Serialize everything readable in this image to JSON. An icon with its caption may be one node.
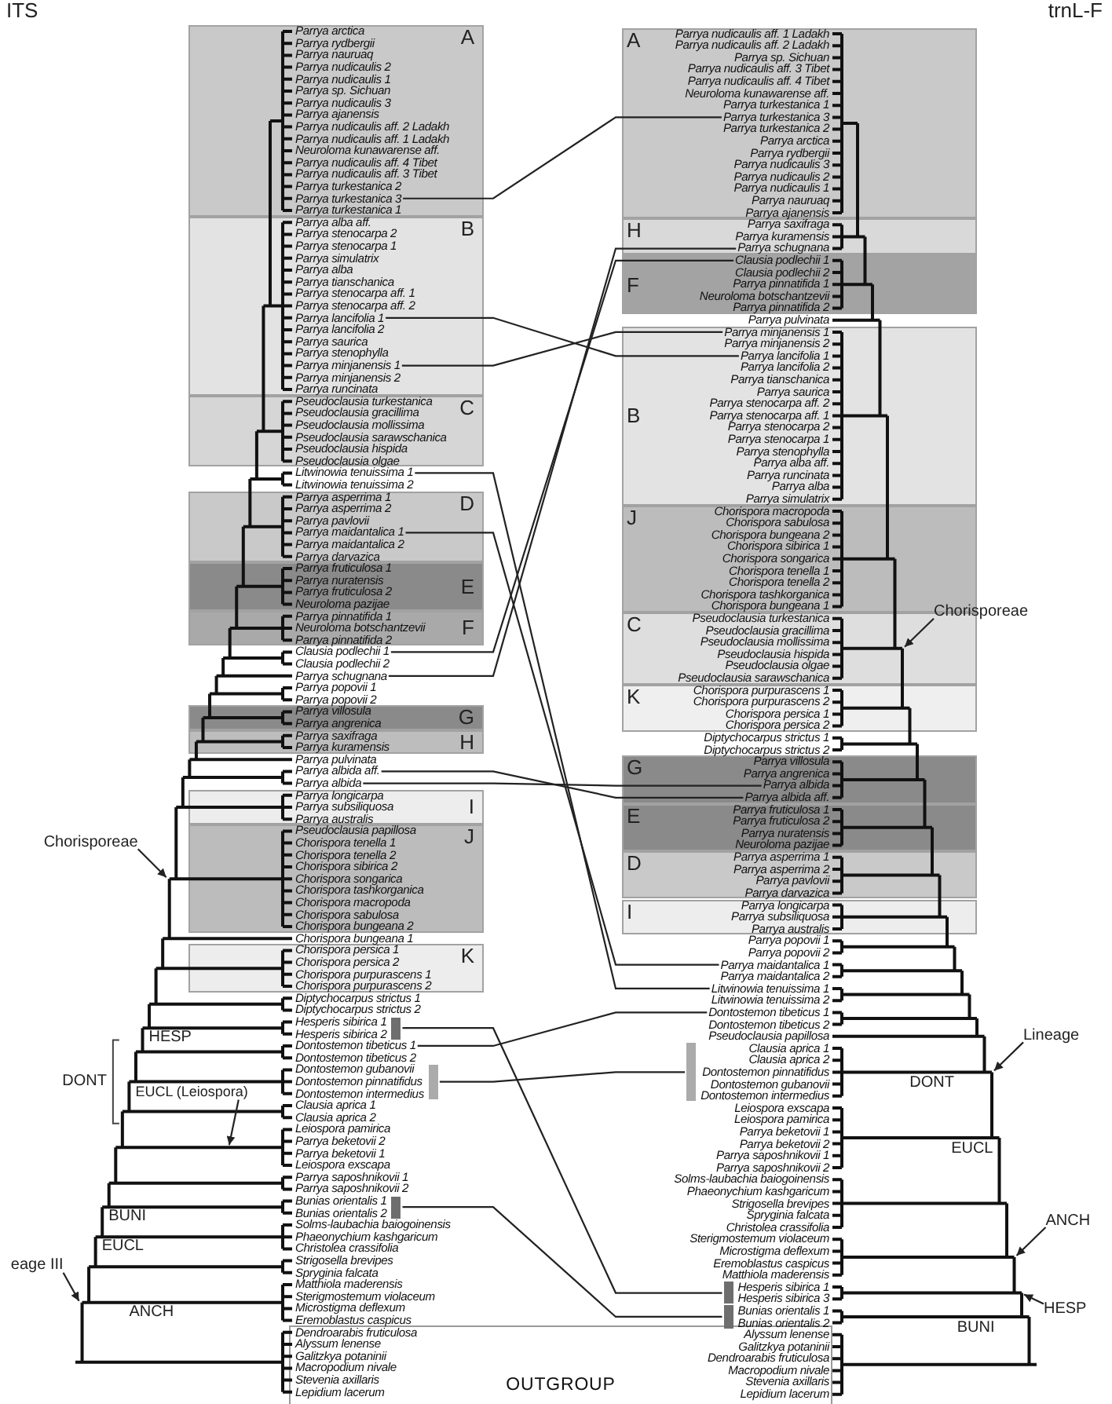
{
  "diagram": {
    "nodes": [
      {
        "text": [
          "A"
        ]
      },
      {
        "text": [
          "Parrya arctica"
        ],
        "in": 0
      },
      {
        "text": [
          "Parrya rydbergii"
        ],
        "in": 0
      },
      {
        "text": [
          "Parrya nauruaq"
        ],
        "in": 0
      },
      {
        "text": [
          "Parrya nudicaulis 2"
        ],
        "in": 0
      },
      {
        "text": [
          "Parrya nudicaulis 1"
        ],
        "in": 0
      },
      {
        "text": [
          "Parrya sp. Sichuan"
        ],
        "in": 0
      },
      {
        "text": [
          "Parrya nudicaulis 3"
        ],
        "in": 0
      },
      {
        "text": [
          "Parrya ajanensis"
        ],
        "in": 0
      },
      {
        "text": [
          "Parrya nudicaulis aff. 2 Ladakh"
        ],
        "in": 0
      },
      {
        "text": [
          "Parrya nudicaulis aff. 1 Ladakh"
        ],
        "in": 0
      },
      {
        "text": [
          "Neuroloma kunawarense aff."
        ],
        "in": 0
      },
      {
        "text": [
          "Parrya nudicaulis aff. 4 Tibet"
        ],
        "in": 0
      },
      {
        "text": [
          "Parrya nudicaulis aff. 3 Tibet"
        ],
        "in": 0
      },
      {
        "text": [
          "Parrya turkestanica 2"
        ],
        "in": 0
      },
      {
        "text": [
          "Parrya turkestanica 3"
        ],
        "in": 0
      },
      {
        "text": [
          "Parrya turkestanica 1"
        ],
        "in": 0
      },
      {
        "text": [
          "B"
        ]
      },
      {
        "text": [
          "Parrya alba aff."
        ],
        "in": 17
      },
      {
        "text": [
          "Parrya stenocarpa 2"
        ],
        "in": 17
      },
      {
        "text": [
          "Parrya stenocarpa 1"
        ],
        "in": 17
      },
      {
        "text": [
          "Parrya simulatrix"
        ],
        "in": 17
      },
      {
        "text": [
          "Parrya alba"
        ],
        "in": 17
      },
      {
        "text": [
          "Parrya tianschanica"
        ],
        "in": 17
      },
      {
        "text": [
          "Parrya stenocarpa aff. 1"
        ],
        "in": 17
      },
      {
        "text": [
          "Parrya stenocarpa aff. 2"
        ],
        "in": 17
      },
      {
        "text": [
          "Parrya lancifolia 1"
        ],
        "in": 17
      },
      {
        "text": [
          "Parrya lancifolia 2"
        ],
        "in": 17
      },
      {
        "text": [
          "Parrya saurica"
        ],
        "in": 17
      },
      {
        "text": [
          "Parrya stenophylla"
        ],
        "in": 17
      },
      {
        "text": [
          "Parrya minjanensis 1"
        ],
        "in": 17
      },
      {
        "text": [
          "Parrya minjanensis 2"
        ],
        "in": 17
      },
      {
        "text": [
          "Parrya runcinata"
        ],
        "in": 17
      },
      {
        "text": [
          "C"
        ]
      },
      {
        "text": [
          "Pseudoclausia turkestanica"
        ],
        "in": 33
      },
      {
        "text": [
          "Pseudoclausia gracillima"
        ],
        "in": 33
      },
      {
        "text": [
          "Pseudoclausia mollissima"
        ],
        "in": 33
      },
      {
        "text": [
          "Pseudoclausia sarawschanica"
        ],
        "in": 33
      },
      {
        "text": [
          "Pseudoclausia hispida"
        ],
        "in": 33
      },
      {
        "text": [
          "Pseudoclausia olgae"
        ],
        "in": 33
      },
      {
        "text": [
          "Litwinowia tenuissima 1"
        ]
      },
      {
        "text": [
          "Litwinowia tenuissima 2"
        ]
      },
      {
        "text": [
          "D"
        ]
      },
      {
        "text": [
          "Parrya asperrima 1"
        ],
        "in": 42
      },
      {
        "text": [
          "Parrya asperrima 2"
        ],
        "in": 42
      },
      {
        "text": [
          "Parrya pavlovii"
        ],
        "in": 42
      },
      {
        "text": [
          "Parrya maidantalica 1"
        ],
        "in": 42
      },
      {
        "text": [
          "Parrya maidantalica 2"
        ],
        "in": 42
      },
      {
        "text": [
          "Parrya darvazica"
        ],
        "in": 42
      },
      {
        "text": [
          "E"
        ]
      },
      {
        "text": [
          "Parrya fruticulosa 1"
        ],
        "in": 49
      },
      {
        "text": [
          "Parrya nuratensis"
        ],
        "in": 49
      },
      {
        "text": [
          "Parrya fruticulosa 2"
        ],
        "in": 49
      },
      {
        "text": [
          "Neuroloma pazijae"
        ],
        "in": 49
      },
      {
        "text": [
          "F"
        ]
      },
      {
        "text": [
          "Parrya pinnatifida 1"
        ],
        "in": 54
      },
      {
        "text": [
          "Neuroloma botschantzevii"
        ],
        "in": 54
      },
      {
        "text": [
          "Parrya pinnatifida 2"
        ],
        "in": 54
      },
      {
        "text": [
          "Clausia podlechii 1"
        ]
      },
      {
        "text": [
          "Clausia podlechii 2"
        ]
      },
      {
        "text": [
          "Parrya schugnana"
        ]
      },
      {
        "text": [
          "Parrya popovii 1"
        ]
      },
      {
        "text": [
          "Parrya popovii 2"
        ]
      },
      {
        "text": [
          "G"
        ]
      },
      {
        "text": [
          "Parrya villosula"
        ],
        "in": 63
      },
      {
        "text": [
          "Parrya angrenica"
        ],
        "in": 63
      },
      {
        "text": [
          "H"
        ]
      },
      {
        "text": [
          "Parrya saxifraga"
        ],
        "in": 66
      },
      {
        "text": [
          "Parrya kuramensis"
        ],
        "in": 66
      },
      {
        "text": [
          "Parrya pulvinata"
        ]
      },
      {
        "text": [
          "Parrya albida aff."
        ]
      },
      {
        "text": [
          "Parrya albida"
        ]
      },
      {
        "text": [
          "I"
        ]
      },
      {
        "text": [
          "Parrya longicarpa"
        ],
        "in": 72
      },
      {
        "text": [
          "Parrya subsiliquosa"
        ],
        "in": 72
      },
      {
        "text": [
          "Parrya australis"
        ],
        "in": 72
      },
      {
        "text": [
          "J"
        ]
      },
      {
        "text": [
          "Pseudoclausia papillosa"
        ],
        "in": 76
      },
      {
        "text": [
          "Chorispora tenella 1"
        ],
        "in": 76
      },
      {
        "text": [
          "Chorispora tenella 2"
        ],
        "in": 76
      },
      {
        "text": [
          "Chorispora sibirica 2"
        ],
        "in": 76
      },
      {
        "text": [
          "Chorispora songarica"
        ],
        "in": 76
      },
      {
        "text": [
          "Chorispora tashkorganica"
        ],
        "in": 76
      },
      {
        "text": [
          "Chorispora macropoda"
        ],
        "in": 76
      },
      {
        "text": [
          "Chorispora sabulosa"
        ],
        "in": 76
      },
      {
        "text": [
          "Chorispora bungeana 2"
        ],
        "in": 76
      },
      {
        "text": [
          "Chorispora bungeana 1"
        ]
      },
      {
        "text": [
          "K"
        ]
      },
      {
        "text": [
          "Chorispora persica 1"
        ],
        "in": 87
      },
      {
        "text": [
          "Chorispora persica 2"
        ],
        "in": 87
      },
      {
        "text": [
          "Chorispora purpurascens 1"
        ],
        "in": 87
      },
      {
        "text": [
          "Chorispora purpurascens 2"
        ],
        "in": 87
      },
      {
        "text": [
          "Diptychocarpus strictus 1"
        ]
      },
      {
        "text": [
          "Diptychocarpus strictus 2"
        ]
      },
      {
        "text": [
          "Hesperis sibirica 1"
        ]
      },
      {
        "text": [
          "Hesperis sibirica 2"
        ]
      },
      {
        "text": [
          "Dontostemon tibeticus 1"
        ]
      },
      {
        "text": [
          "Dontostemon tibeticus 2"
        ]
      },
      {
        "text": [
          "Dontostemon gubanovii"
        ]
      },
      {
        "text": [
          "Dontostemon pinnatifidus"
        ]
      },
      {
        "text": [
          "Dontostemon intermedius"
        ]
      },
      {
        "text": [
          "Clausia aprica 1"
        ]
      },
      {
        "text": [
          "Clausia aprica 2"
        ]
      },
      {
        "text": [
          "Leiospora pamirica"
        ]
      },
      {
        "text": [
          "Parrya beketovii 2"
        ]
      },
      {
        "text": [
          "Parrya beketovii 1"
        ]
      },
      {
        "text": [
          "Leiospora exscapa"
        ]
      },
      {
        "text": [
          "Parrya saposhnikovii 1"
        ]
      },
      {
        "text": [
          "Parrya saposhnikovii 2"
        ]
      },
      {
        "text": [
          "Bunias orientalis 1"
        ]
      },
      {
        "text": [
          "Bunias orientalis 2"
        ]
      },
      {
        "text": [
          "Solms-laubachia baiogoinensis"
        ]
      },
      {
        "text": [
          "Phaeonychium kashgaricum"
        ]
      },
      {
        "text": [
          "Christolea crassifolia"
        ]
      },
      {
        "text": [
          "Strigosella brevipes"
        ]
      },
      {
        "text": [
          "Spryginia falcata"
        ]
      },
      {
        "text": [
          "Matthiola maderensis"
        ]
      },
      {
        "text": [
          "Sterigmostemum violaceum"
        ]
      },
      {
        "text": [
          "Microstigma deflexum"
        ]
      },
      {
        "text": [
          "Eremoblastus caspicus"
        ]
      },
      {
        "text": [
          "OUTGROUP"
        ]
      },
      {
        "text": [
          "Dendroarabis fruticulosa"
        ],
        "in": 120
      },
      {
        "text": [
          "Alyssum lenense"
        ],
        "in": 120
      },
      {
        "text": [
          "Galitzkya potaninii"
        ],
        "in": 120
      },
      {
        "text": [
          "Macropodium nivale"
        ],
        "in": 120
      },
      {
        "text": [
          "Stevenia axillaris"
        ],
        "in": 120
      },
      {
        "text": [
          "Lepidium lacerum"
        ],
        "in": 120
      },
      {
        "text": [
          "A"
        ]
      },
      {
        "text": [
          "Parrya nudicaulis aff. 1 Ladakh"
        ],
        "in": 127
      },
      {
        "text": [
          "Parrya nudicaulis aff. 2 Ladakh"
        ],
        "in": 127
      },
      {
        "text": [
          "Parrya sp. Sichuan"
        ],
        "in": 127
      },
      {
        "text": [
          "Parrya nudicaulis aff. 3 Tibet"
        ],
        "in": 127
      },
      {
        "text": [
          "Parrya nudicaulis aff. 4 Tibet"
        ],
        "in": 127
      },
      {
        "text": [
          "Neuroloma kunawarense aff."
        ],
        "in": 127
      },
      {
        "text": [
          "Parrya turkestanica 1"
        ],
        "in": 127
      },
      {
        "text": [
          "Parrya turkestanica 3"
        ],
        "in": 127
      },
      {
        "text": [
          "Parrya turkestanica 2"
        ],
        "in": 127
      },
      {
        "text": [
          "Parrya arctica"
        ],
        "in": 127
      },
      {
        "text": [
          "Parrya rydbergii"
        ],
        "in": 127
      },
      {
        "text": [
          "Parrya nudicaulis 3"
        ],
        "in": 127
      },
      {
        "text": [
          "Parrya nudicaulis 2"
        ],
        "in": 127
      },
      {
        "text": [
          "Parrya nudicaulis 1"
        ],
        "in": 127
      },
      {
        "text": [
          "Parrya nauruaq"
        ],
        "in": 127
      },
      {
        "text": [
          "Parrya ajanensis"
        ],
        "in": 127
      },
      {
        "text": [
          "H"
        ]
      },
      {
        "text": [
          "Parrya saxifraga"
        ],
        "in": 144
      },
      {
        "text": [
          "Parrya kuramensis"
        ],
        "in": 144
      },
      {
        "text": [
          "Parrya schugnana"
        ],
        "in": 144
      },
      {
        "text": [
          "F"
        ]
      },
      {
        "text": [
          "Clausia podlechii 1"
        ],
        "in": 148
      },
      {
        "text": [
          "Clausia podlechii 2"
        ],
        "in": 148
      },
      {
        "text": [
          "Parrya pinnatifida 1"
        ],
        "in": 148
      },
      {
        "text": [
          "Neuroloma botschantzevii"
        ],
        "in": 148
      },
      {
        "text": [
          "Parrya pinnatifida 2"
        ],
        "in": 148
      },
      {
        "text": [
          "Parrya pulvinata"
        ]
      },
      {
        "text": [
          "B"
        ]
      },
      {
        "text": [
          "Parrya minjanensis 1"
        ],
        "in": 155
      },
      {
        "text": [
          "Parrya minjanensis 2"
        ],
        "in": 155
      },
      {
        "text": [
          "Parrya lancifolia 1"
        ],
        "in": 155
      },
      {
        "text": [
          "Parrya lancifolia 2"
        ],
        "in": 155
      },
      {
        "text": [
          "Parrya tianschanica"
        ],
        "in": 155
      },
      {
        "text": [
          "Parrya saurica"
        ],
        "in": 155
      },
      {
        "text": [
          "Parrya stenocarpa aff. 2"
        ],
        "in": 155
      },
      {
        "text": [
          "Parrya stenocarpa aff. 1"
        ],
        "in": 155
      },
      {
        "text": [
          "Parrya stenocarpa 2"
        ],
        "in": 155
      },
      {
        "text": [
          "Parrya stenocarpa 1"
        ],
        "in": 155
      },
      {
        "text": [
          "Parrya stenophylla"
        ],
        "in": 155
      },
      {
        "text": [
          "Parrya alba aff."
        ],
        "in": 155
      },
      {
        "text": [
          "Parrya runcinata"
        ],
        "in": 155
      },
      {
        "text": [
          "Parrya alba"
        ],
        "in": 155
      },
      {
        "text": [
          "Parrya simulatrix"
        ],
        "in": 155
      },
      {
        "text": [
          "J"
        ]
      },
      {
        "text": [
          "Chorispora macropoda"
        ],
        "in": 171
      },
      {
        "text": [
          "Chorispora sabulosa"
        ],
        "in": 171
      },
      {
        "text": [
          "Chorispora bungeana 2"
        ],
        "in": 171
      },
      {
        "text": [
          "Chorispora sibirica 1"
        ],
        "in": 171
      },
      {
        "text": [
          "Chorispora songarica"
        ],
        "in": 171
      },
      {
        "text": [
          "Chorispora tenella 1"
        ],
        "in": 171
      },
      {
        "text": [
          "Chorispora tenella 2"
        ],
        "in": 171
      },
      {
        "text": [
          "Chorispora tashkorganica"
        ],
        "in": 171
      },
      {
        "text": [
          "Chorispora bungeana 1"
        ],
        "in": 171
      },
      {
        "text": [
          "C"
        ]
      },
      {
        "text": [
          "Pseudoclausia turkestanica"
        ],
        "in": 181
      },
      {
        "text": [
          "Pseudoclausia gracillima"
        ],
        "in": 181
      },
      {
        "text": [
          "Pseudoclausia mollissima"
        ],
        "in": 181
      },
      {
        "text": [
          "Pseudoclausia hispida"
        ],
        "in": 181
      },
      {
        "text": [
          "Pseudoclausia olgae"
        ],
        "in": 181
      },
      {
        "text": [
          "Pseudoclausia sarawschanica"
        ],
        "in": 181
      },
      {
        "text": [
          "K"
        ]
      },
      {
        "text": [
          "Chorispora purpurascens 1"
        ],
        "in": 188
      },
      {
        "text": [
          "Chorispora purpurascens 2"
        ],
        "in": 188
      },
      {
        "text": [
          "Chorispora persica 1"
        ],
        "in": 188
      },
      {
        "text": [
          "Chorispora persica 2"
        ],
        "in": 188
      },
      {
        "text": [
          "Diptychocarpus strictus 1"
        ]
      },
      {
        "text": [
          "Diptychocarpus strictus 2"
        ]
      },
      {
        "text": [
          "G"
        ]
      },
      {
        "text": [
          "Parrya villosula"
        ],
        "in": 195
      },
      {
        "text": [
          "Parrya angrenica"
        ],
        "in": 195
      },
      {
        "text": [
          "Parrya albida"
        ],
        "in": 195
      },
      {
        "text": [
          "Parrya albida aff."
        ],
        "in": 195
      },
      {
        "text": [
          "E"
        ]
      },
      {
        "text": [
          "Parrya fruticulosa 1"
        ],
        "in": 200
      },
      {
        "text": [
          "Parrya fruticulosa 2"
        ],
        "in": 200
      },
      {
        "text": [
          "Parrya nuratensis"
        ],
        "in": 200
      },
      {
        "text": [
          "Neuroloma pazijae"
        ],
        "in": 200
      },
      {
        "text": [
          "D"
        ]
      },
      {
        "text": [
          "Parrya asperrima 1"
        ],
        "in": 205
      },
      {
        "text": [
          "Parrya asperrima 2"
        ],
        "in": 205
      },
      {
        "text": [
          "Parrya pavlovii"
        ],
        "in": 205
      },
      {
        "text": [
          "Parrya darvazica"
        ],
        "in": 205
      },
      {
        "text": [
          "I"
        ]
      },
      {
        "text": [
          "Parrya longicarpa"
        ],
        "in": 210
      },
      {
        "text": [
          "Parrya subsiliquosa"
        ],
        "in": 210
      },
      {
        "text": [
          "Parrya australis"
        ],
        "in": 210
      },
      {
        "text": [
          "Parrya popovii 1"
        ]
      },
      {
        "text": [
          "Parrya popovii 2"
        ]
      },
      {
        "text": [
          "Parrya maidantalica 1"
        ]
      },
      {
        "text": [
          "Parrya maidantalica 2"
        ]
      },
      {
        "text": [
          "Litwinowia tenuissima 1"
        ]
      },
      {
        "text": [
          "Litwinowia tenuissima 2"
        ]
      },
      {
        "text": [
          "Dontostemon tibeticus 1"
        ]
      },
      {
        "text": [
          "Dontostemon tibeticus 2"
        ]
      },
      {
        "text": [
          "Pseudoclausia papillosa"
        ]
      },
      {
        "text": [
          "Clausia aprica 1"
        ]
      },
      {
        "text": [
          "Clausia aprica 2"
        ]
      },
      {
        "text": [
          "Dontostemon pinnatifidus"
        ]
      },
      {
        "text": [
          "Dontostemon gubanovii"
        ]
      },
      {
        "text": [
          "Dontostemon intermedius"
        ]
      },
      {
        "text": [
          "Leiospora exscapa"
        ]
      },
      {
        "text": [
          "Leiospora pamirica"
        ]
      },
      {
        "text": [
          "Parrya beketovii 1"
        ]
      },
      {
        "text": [
          "Parrya beketovii 2"
        ]
      },
      {
        "text": [
          "Parrya saposhnikovii 1"
        ]
      },
      {
        "text": [
          "Parrya saposhnikovii 2"
        ]
      },
      {
        "text": [
          "Solms-laubachia baiogoinensis"
        ]
      },
      {
        "text": [
          "Phaeonychium kashgaricum"
        ]
      },
      {
        "text": [
          "Strigosella brevipes"
        ]
      },
      {
        "text": [
          "Spryginia falcata"
        ]
      },
      {
        "text": [
          "Christolea crassifolia"
        ]
      },
      {
        "text": [
          "Sterigmostemum violaceum"
        ]
      },
      {
        "text": [
          "Microstigma deflexum"
        ]
      },
      {
        "text": [
          "Eremoblastus caspicus"
        ]
      },
      {
        "text": [
          "Matthiola maderensis"
        ]
      },
      {
        "text": [
          "Hesperis sibirica 1"
        ]
      },
      {
        "text": [
          "Hesperis sibirica 3"
        ]
      },
      {
        "text": [
          "Bunias orientalis 1"
        ]
      },
      {
        "text": [
          "Bunias orientalis 2"
        ]
      },
      {
        "text": [
          "Alyssum lenense"
        ],
        "in": 120
      },
      {
        "text": [
          "Galitzkya potaninii"
        ],
        "in": 120
      },
      {
        "text": [
          "Dendroarabis fruticulosa"
        ],
        "in": 120
      },
      {
        "text": [
          "Macropodium nivale"
        ],
        "in": 120
      },
      {
        "text": [
          "Stevenia axillaris"
        ],
        "in": 120
      },
      {
        "text": [
          "Lepidium lacerum"
        ],
        "in": 120
      },
      {
        "text": [],
        "shape": "bar"
      },
      {
        "text": [],
        "shape": "bar"
      },
      {
        "text": [],
        "shape": "bar"
      },
      {
        "text": [],
        "shape": "bar"
      },
      {
        "text": [],
        "shape": "bar"
      },
      {
        "text": [],
        "shape": "bar"
      },
      {
        "text": [
          "Chorisporeae"
        ]
      },
      {
        "text": [
          "eage III"
        ]
      },
      {
        "text": [
          "EUCL (Leiospora)"
        ]
      },
      {
        "text": [
          "Chorisporeae"
        ]
      },
      {
        "text": [
          "Lineage"
        ]
      },
      {
        "text": [
          "ANCH"
        ]
      },
      {
        "text": [
          "HESP"
        ]
      }
    ],
    "edges": [
      {
        "from": 15,
        "to": 135,
        "arrow": "none"
      },
      {
        "from": 26,
        "to": 158,
        "arrow": "none"
      },
      {
        "from": 30,
        "to": 156,
        "arrow": "none"
      },
      {
        "from": 40,
        "to": 218,
        "arrow": "none"
      },
      {
        "from": 46,
        "to": 216,
        "arrow": "none"
      },
      {
        "from": 58,
        "to": 149,
        "arrow": "none"
      },
      {
        "from": 60,
        "to": 147,
        "arrow": "none"
      },
      {
        "from": 70,
        "to": 199,
        "arrow": "none"
      },
      {
        "from": 71,
        "to": 198,
        "arrow": "none"
      },
      {
        "from": 96,
        "to": 220,
        "arrow": "none"
      },
      {
        "from": 253,
        "to": 257,
        "arrow": "none"
      },
      {
        "from": 254,
        "to": 256,
        "arrow": "none"
      },
      {
        "from": 255,
        "to": 258,
        "arrow": "none"
      },
      {
        "from": 259,
        "to": null,
        "arrow": "to"
      },
      {
        "from": 260,
        "to": null,
        "arrow": "to"
      },
      {
        "from": 261,
        "to": null,
        "arrow": "to"
      },
      {
        "from": 262,
        "to": null,
        "arrow": "to"
      },
      {
        "from": 263,
        "to": null,
        "arrow": "to"
      },
      {
        "from": 264,
        "to": null,
        "arrow": "to"
      },
      {
        "from": 265,
        "to": null,
        "arrow": "to"
      }
    ],
    "labels": [
      "ITS",
      "trnL-F",
      "HESP",
      "DONT",
      "BUNI",
      "EUCL",
      "ANCH",
      "DONT",
      "EUCL",
      "BUNI"
    ]
  }
}
